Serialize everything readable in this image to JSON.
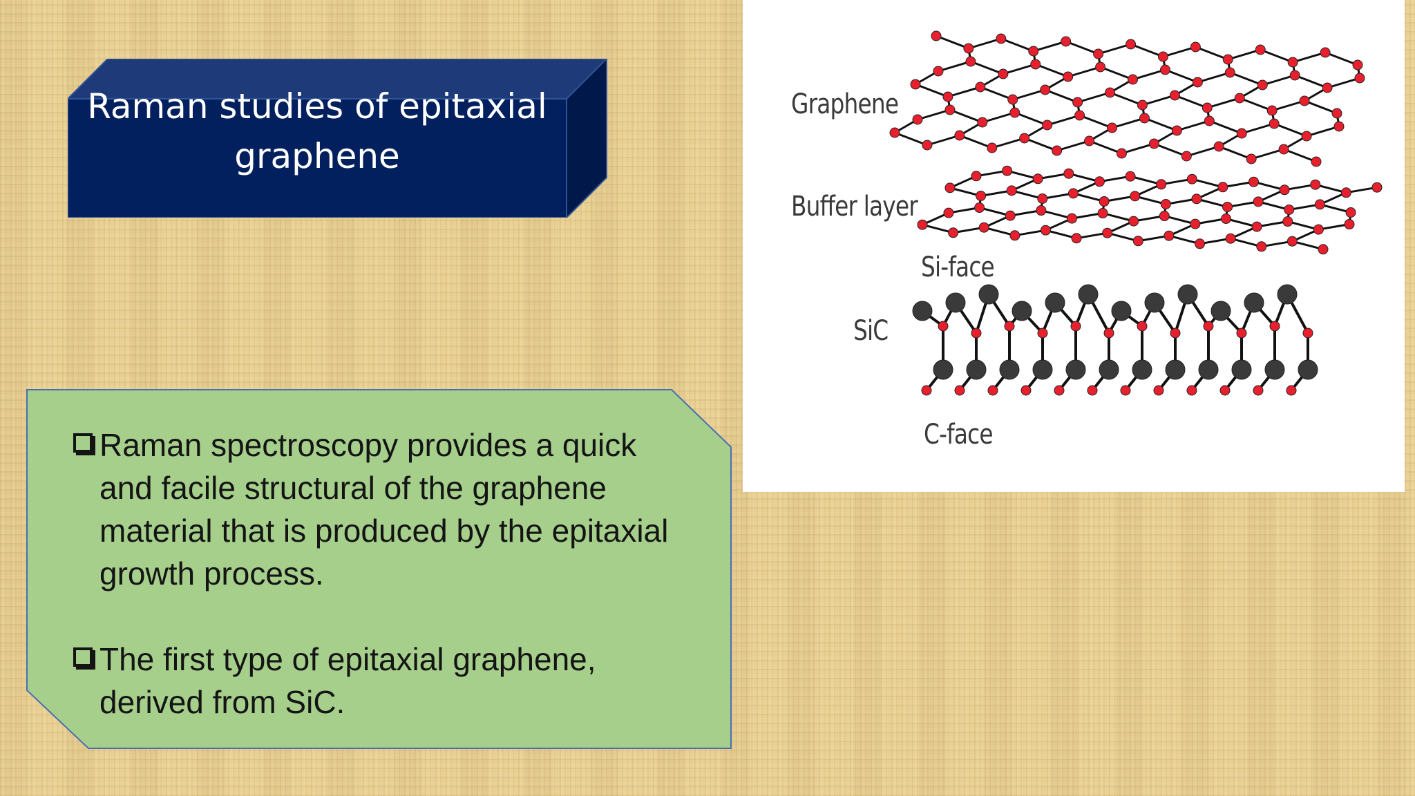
{
  "slide": {
    "title": "Raman studies of epitaxial graphene",
    "bullets": [
      "Raman spectroscopy provides a quick and facile structural of the graphene material that is produced by the epitaxial growth process.",
      "The first type of epitaxial graphene, derived from SiC."
    ]
  },
  "figure": {
    "labels": {
      "graphene": "Graphene",
      "buffer": "Buffer layer",
      "si_face": "Si-face",
      "sic": "SiC",
      "c_face": "C-face"
    }
  },
  "colors": {
    "title_fill": "#03205e",
    "title_top": "#1e3a78",
    "title_side": "#01184a",
    "body_fill": "#a6cf8c",
    "body_border": "#4a6fb0",
    "carbon_red": "#e8202e",
    "silicon_dark": "#3a3a3a"
  }
}
